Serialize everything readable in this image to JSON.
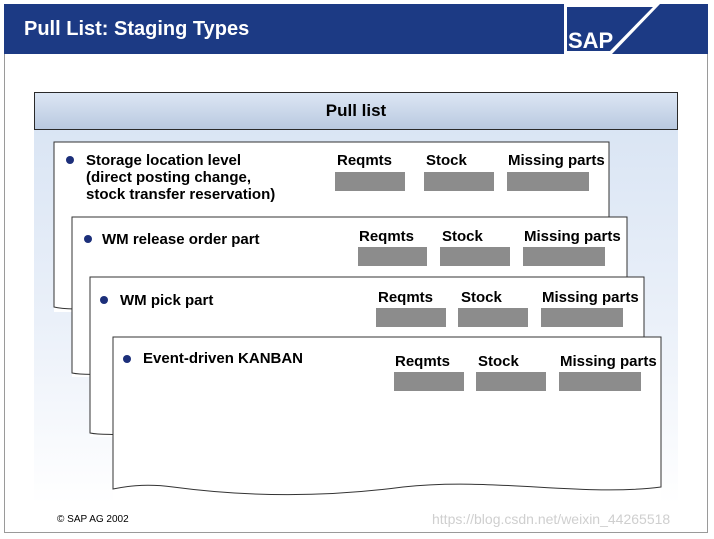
{
  "header": {
    "title": "Pull List: Staging Types",
    "logo_text": "SAP"
  },
  "pull_list_header": "Pull list",
  "cards": [
    {
      "label": "Storage location level\n(direct posting change,\nstock transfer reservation)"
    },
    {
      "label": "WM release order part"
    },
    {
      "label": "WM pick part"
    },
    {
      "label": "Event-driven KANBAN"
    }
  ],
  "columns": {
    "reqmts": "Reqmts",
    "stock": "Stock",
    "missing": "Missing parts"
  },
  "footer": {
    "copyright": "© SAP AG 2002",
    "watermark": "https://blog.csdn.net/weixin_44265518"
  },
  "colors": {
    "title_bar": "#1c3a84",
    "field": "#8c8c8c",
    "bullet": "#1c2f7a"
  }
}
